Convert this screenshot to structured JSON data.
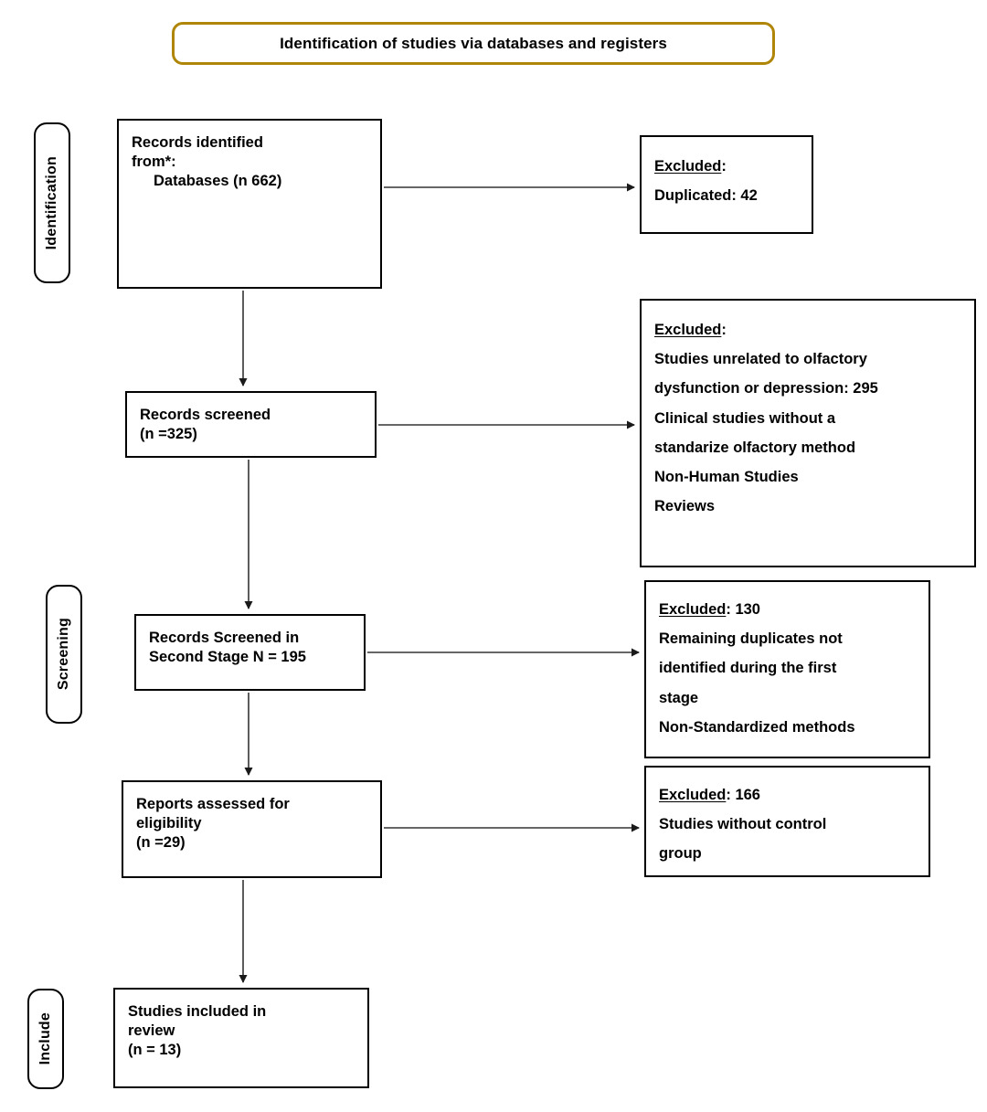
{
  "diagram": {
    "type": "prisma-flow-diagram",
    "title": "Identification of studies via databases and registers",
    "phases": [
      {
        "id": "identification",
        "label": "Identification"
      },
      {
        "id": "screening",
        "label": "Screening"
      },
      {
        "id": "include",
        "label": "Include"
      }
    ],
    "accent_color": "#b08609",
    "box_border_color": "#000000",
    "arrow_color": "#333333"
  },
  "flow": {
    "records_identified": {
      "line1": "Records identified",
      "line2": "from*:",
      "line3": "Databases (n 662)"
    },
    "records_screened": {
      "line1": "Records screened",
      "line2": "(n =325)"
    },
    "second_stage": {
      "line1": "Records Screened in",
      "line2": "Second Stage N = 195"
    },
    "reports_assessed": {
      "line1": "Reports assessed for",
      "line2": "eligibility",
      "line3": "(n =29)"
    },
    "studies_included": {
      "line1": "Studies included in",
      "line2": "review",
      "line3": "(n = 13)"
    }
  },
  "exclusions": {
    "duplicated": {
      "heading": "Excluded",
      "heading_suffix": ":",
      "lines": [
        "Duplicated: 42"
      ]
    },
    "screening": {
      "heading": "Excluded",
      "heading_suffix": ":",
      "lines": [
        "Studies unrelated to olfactory",
        "dysfunction or depression: 295",
        "Clinical studies without a",
        "standarize olfactory method",
        "Non-Human Studies",
        "Reviews"
      ]
    },
    "second_stage": {
      "heading": "Excluded",
      "heading_suffix": ": 130",
      "lines": [
        "Remaining duplicates not",
        "identified during the first",
        "stage",
        "Non-Standardized methods"
      ]
    },
    "eligibility": {
      "heading": "Excluded",
      "heading_suffix": ": 166",
      "lines": [
        "Studies without control",
        "group"
      ]
    }
  },
  "counts": {
    "identified_databases": 662,
    "duplicates_removed": 42,
    "screened": 325,
    "second_stage_screened": 195,
    "second_stage_excluded": 130,
    "assessed_for_eligibility": 29,
    "eligibility_excluded": 166,
    "unrelated_excluded": 295,
    "included_in_review": 13
  }
}
